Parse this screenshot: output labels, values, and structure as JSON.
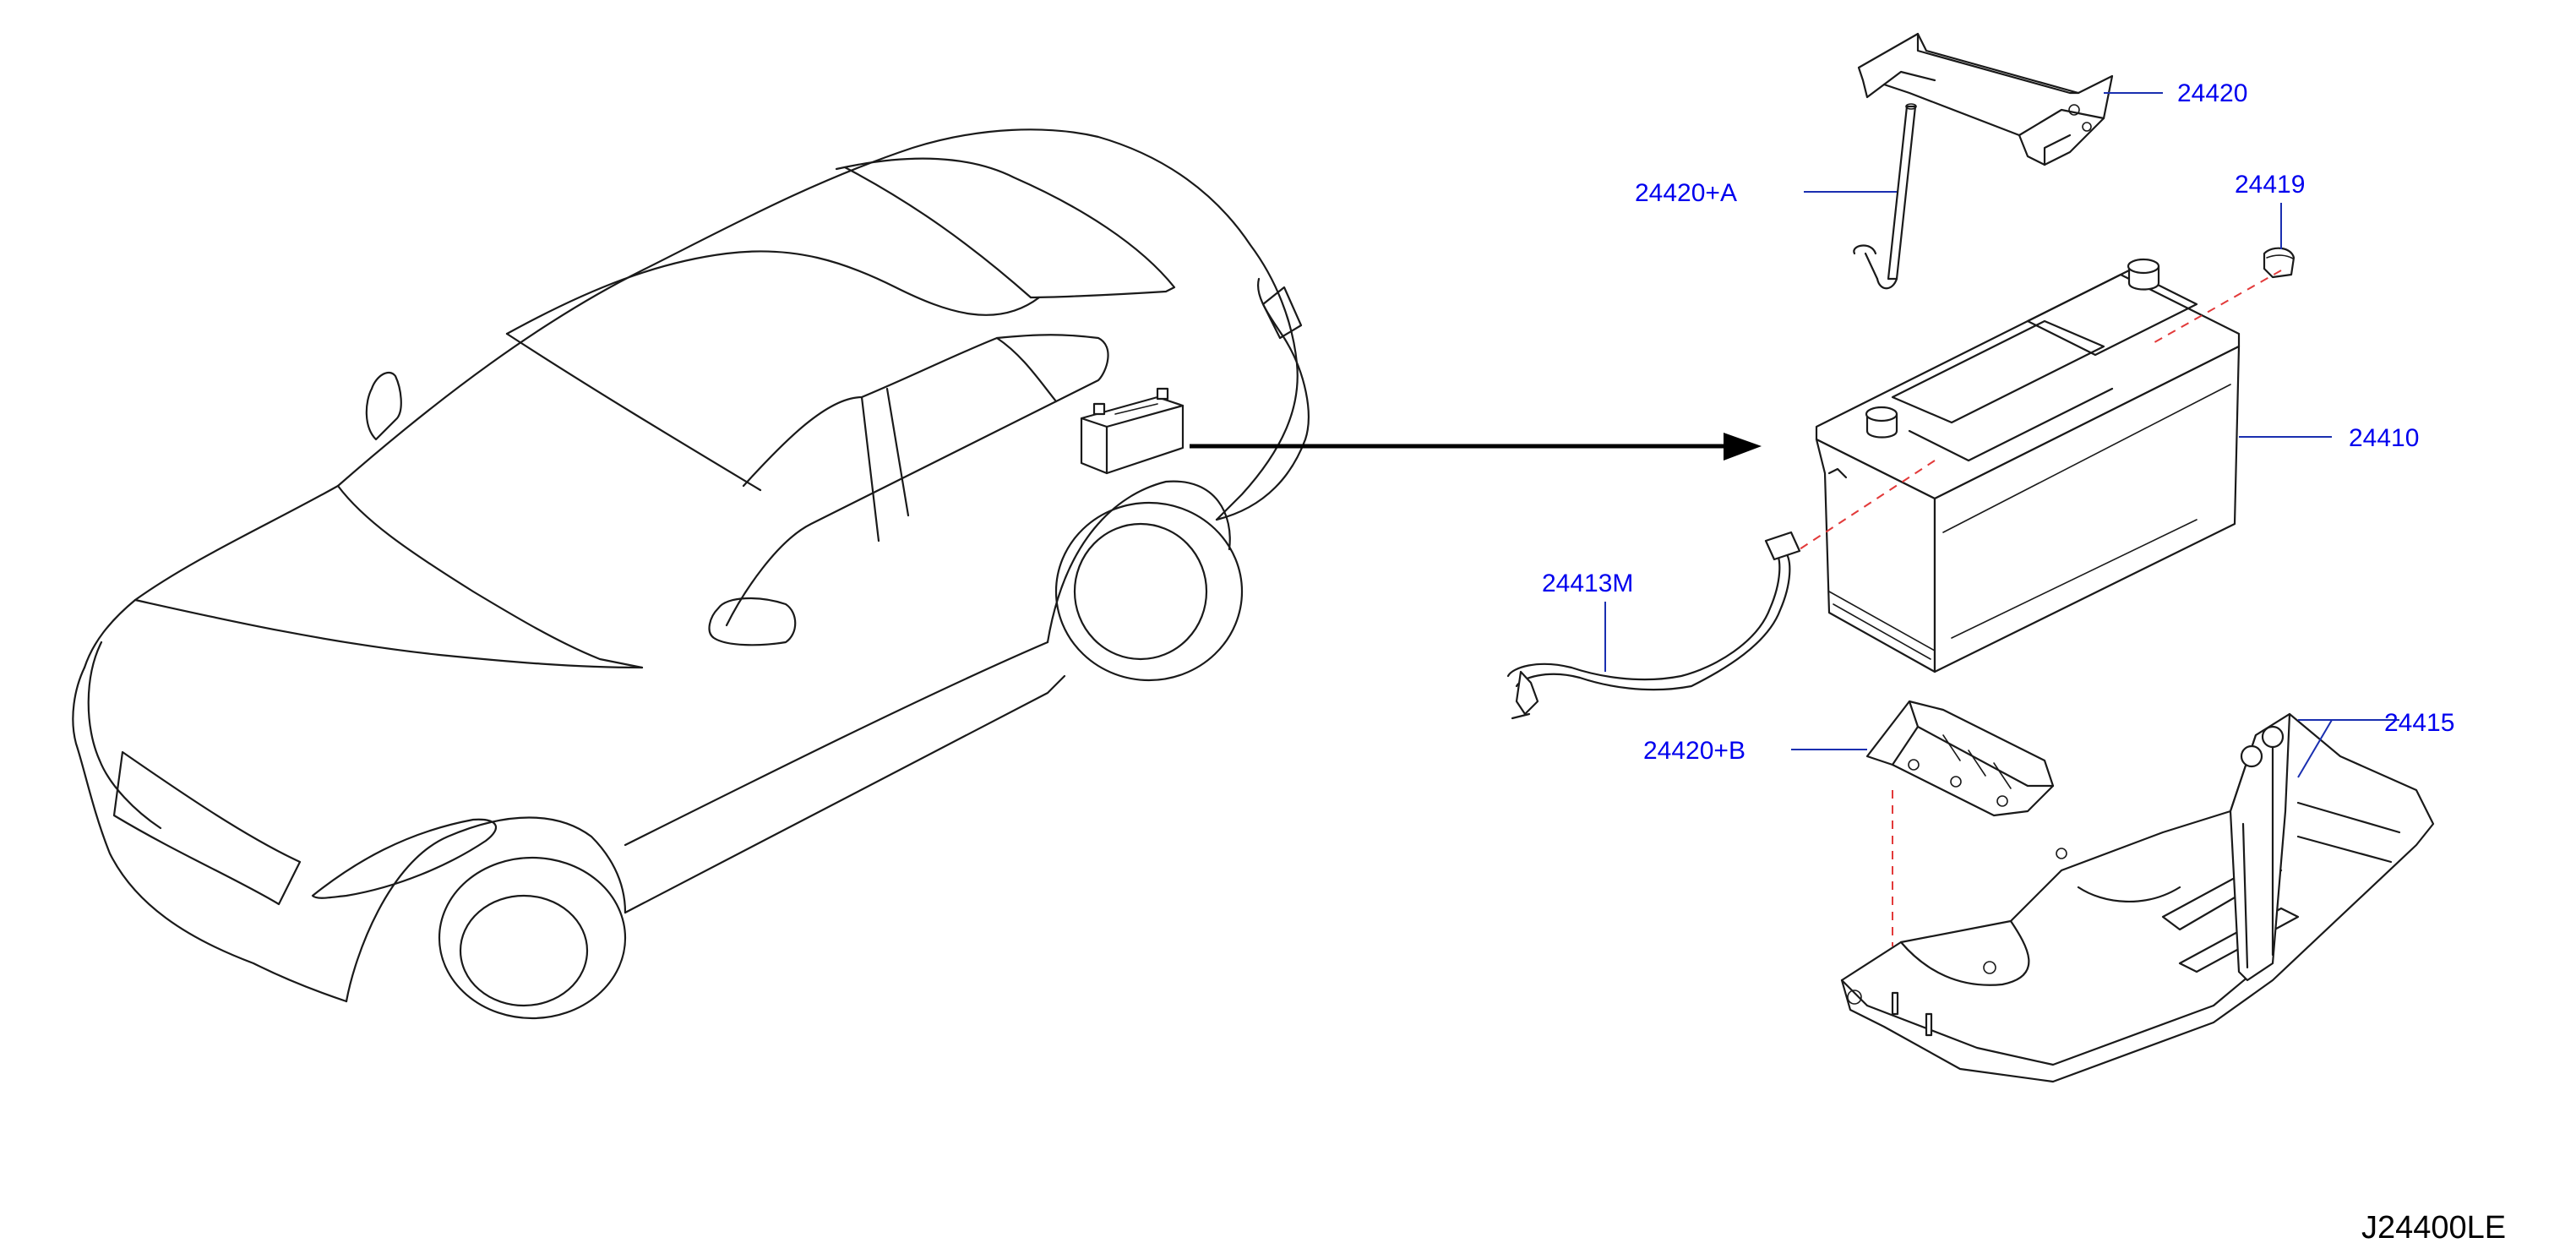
{
  "diagram": {
    "code": "J24400LE",
    "callouts": {
      "bracket_top": "24420",
      "rod": "24420+A",
      "cap": "24419",
      "battery": "24410",
      "cable": "24413M",
      "clamp": "24420+B",
      "tray": "24415"
    },
    "colors": {
      "callout_text": "#0000ee",
      "leader_line": "#1a2fb0",
      "dashed_guide": "#e23a3a",
      "outline": "#1a1a1a"
    }
  }
}
